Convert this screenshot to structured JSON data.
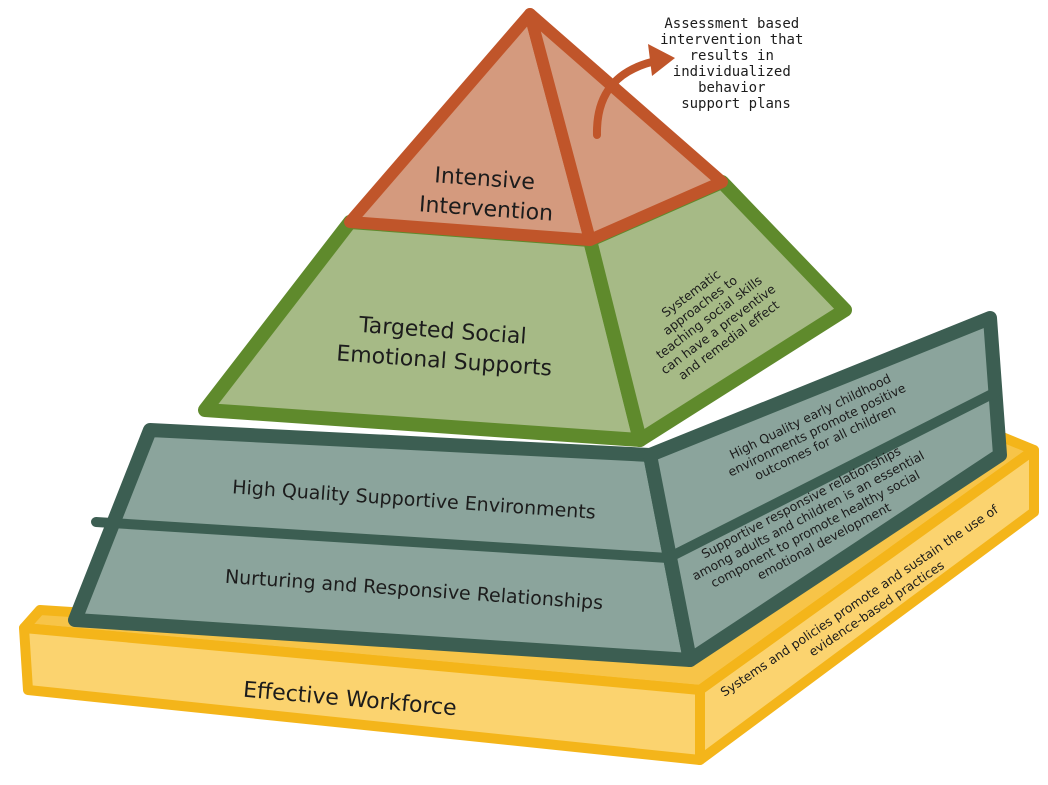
{
  "annotation": {
    "lines": [
      "Assessment based",
      "intervention that",
      "results in",
      "individualized",
      "behavior",
      "support plans"
    ]
  },
  "tiers": {
    "intensive": {
      "front": [
        "Intensive",
        "Intervention"
      ]
    },
    "targeted": {
      "front": [
        "Targeted Social",
        "Emotional Supports"
      ],
      "side": [
        "Systematic",
        "approaches to",
        "teaching social skills",
        "can have a preventive",
        "and remedial effect"
      ]
    },
    "high_quality": {
      "front": "High Quality Supportive Environments",
      "side": [
        "High Quality early childhood",
        "environments promote positive",
        "outcomes for all children"
      ]
    },
    "nurturing": {
      "front": "Nurturing and Responsive Relationships",
      "side": [
        "Supportive responsive relationships",
        "among adults and children is an essential",
        "component to promote healthy social",
        "emotional development"
      ]
    },
    "workforce": {
      "front": "Effective Workforce",
      "side": [
        "Systems and policies promote and sustain the use of",
        "evidence-based practices"
      ]
    }
  },
  "colors": {
    "intensive_outline": "#c0552a",
    "intensive_fill": "#d49a7e",
    "targeted_outline": "#5f8a2c",
    "targeted_fill": "#a6ba86",
    "base_outline": "#3c5e52",
    "base_fill": "#8ba49c",
    "workforce_outline": "#f4b51a",
    "workforce_fill": "#fbd36f"
  }
}
